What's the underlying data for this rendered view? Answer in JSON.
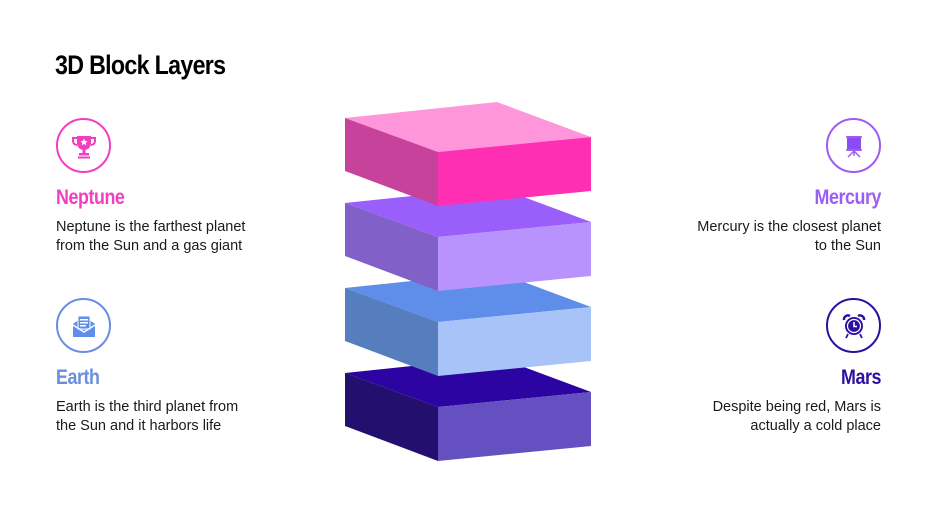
{
  "title": "3D Block Layers",
  "items": [
    {
      "id": "neptune",
      "heading": "Neptune",
      "description_line1": "Neptune is the farthest planet",
      "description_line2": "from the Sun and a gas giant",
      "icon": "trophy-icon",
      "color": "#F03FC0",
      "position": "top-left"
    },
    {
      "id": "earth",
      "heading": "Earth",
      "description_line1": "Earth is the third planet from",
      "description_line2": "the Sun and it harbors life",
      "icon": "mail-open-icon",
      "color": "#6A8EDF",
      "position": "bottom-left"
    },
    {
      "id": "mercury",
      "heading": "Mercury",
      "description_line1": "Mercury is the closest planet",
      "description_line2": "to the Sun",
      "icon": "presentation-board-icon",
      "color": "#9D5CF4",
      "position": "top-right"
    },
    {
      "id": "mars",
      "heading": "Mars",
      "description_line1": "Despite being red, Mars is",
      "description_line2": "actually a cold place",
      "icon": "alarm-clock-icon",
      "color": "#2E0FA0",
      "position": "bottom-right"
    }
  ],
  "layers": [
    {
      "name": "layer-1-pink",
      "top": "#FF96DC",
      "left": "#C7429A",
      "right": "#FF2FB4"
    },
    {
      "name": "layer-2-purple",
      "top": "#9A5FFA",
      "left": "#8160C7",
      "right": "#B893FD"
    },
    {
      "name": "layer-3-blue",
      "top": "#5F8DEA",
      "left": "#567DBE",
      "right": "#A7C3F8"
    },
    {
      "name": "layer-4-indigo",
      "top": "#2B04A1",
      "left": "#23106E",
      "right": "#6550C1"
    }
  ]
}
